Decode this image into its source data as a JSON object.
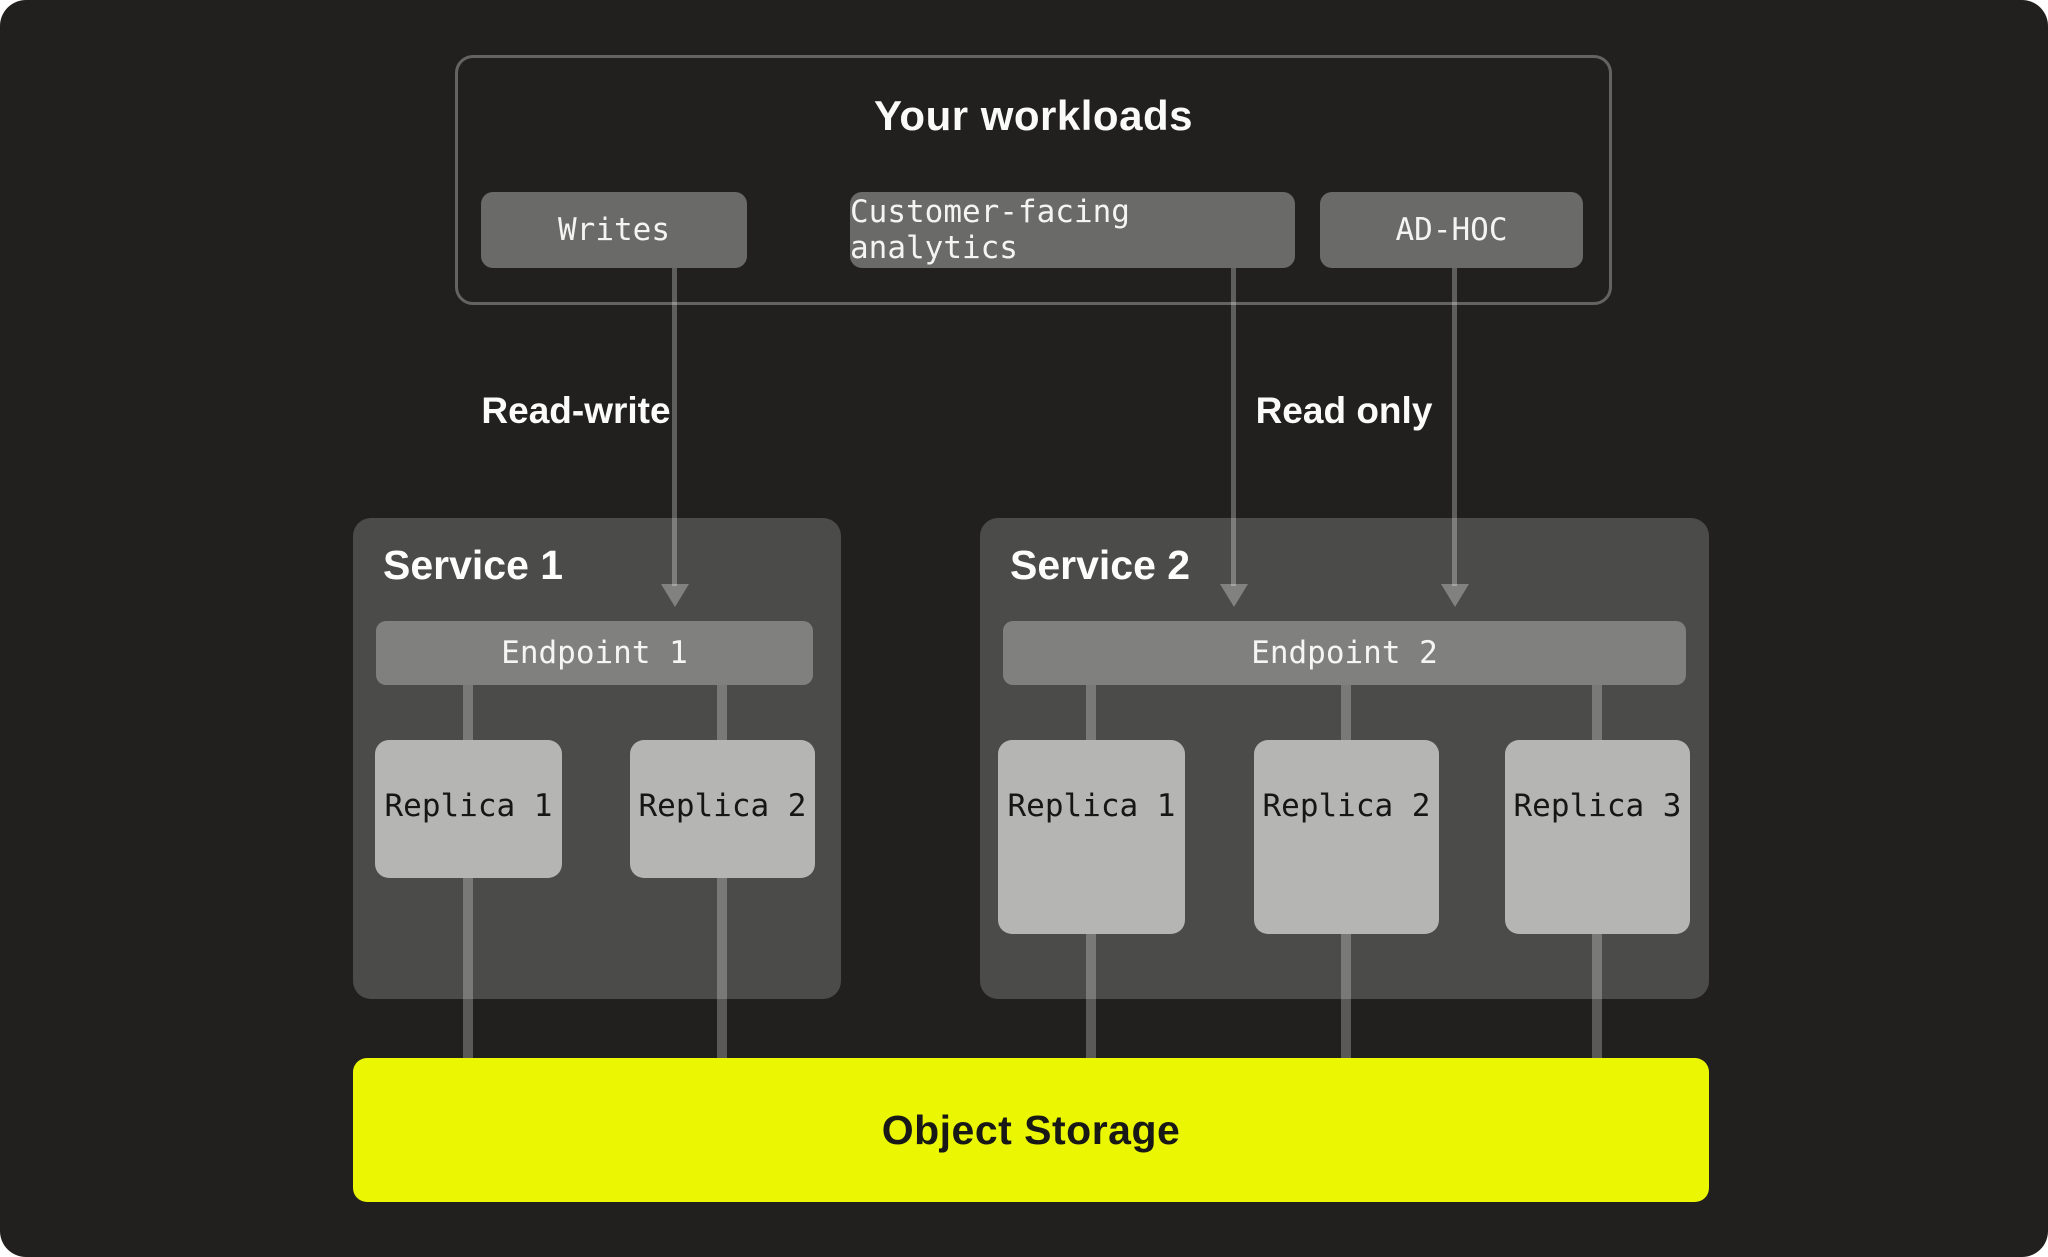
{
  "colors": {
    "canvas_background": "#21201e",
    "page_background": "#ffffff",
    "workload_chip": "#6a6a68",
    "service_box": "#4b4b49",
    "endpoint_bar": "#80807e",
    "replica_card": "#b5b5b3",
    "storage_accent": "#eaf602",
    "storage_text": "#181816",
    "connector_grey": "rgba(255,255,255,0.27)"
  },
  "workloads": {
    "title": "Your workloads",
    "items": [
      {
        "label": "Writes"
      },
      {
        "label": "Customer-facing analytics"
      },
      {
        "label": "AD-HOC"
      }
    ]
  },
  "edges": {
    "read_write_label": "Read-write",
    "read_only_label": "Read only"
  },
  "services": [
    {
      "title": "Service 1",
      "endpoint": "Endpoint 1",
      "replicas": [
        "Replica 1",
        "Replica 2"
      ]
    },
    {
      "title": "Service 2",
      "endpoint": "Endpoint 2",
      "replicas": [
        "Replica 1",
        "Replica 2",
        "Replica 3"
      ]
    }
  ],
  "storage": {
    "label": "Object Storage"
  }
}
